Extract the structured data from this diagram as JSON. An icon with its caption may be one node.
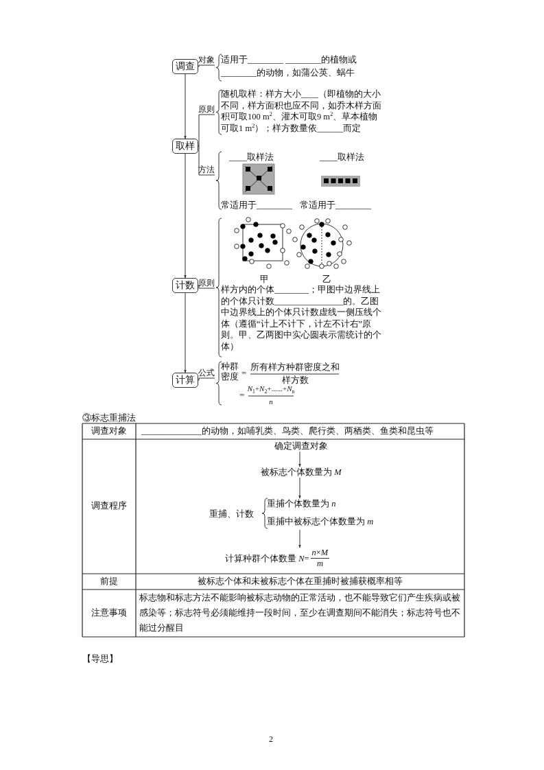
{
  "diagram": {
    "nodes": [
      {
        "text": [
          "调查"
        ]
      },
      {
        "text": [
          "对象"
        ]
      },
      {
        "text": [
          "取样"
        ]
      },
      {
        "text": [
          "原则"
        ]
      },
      {
        "text": [
          "方法"
        ]
      },
      {
        "text": [
          "计数"
        ]
      },
      {
        "text": [
          "原则"
        ]
      },
      {
        "text": [
          "计算"
        ]
      },
      {
        "text": [
          "公式"
        ]
      },
      {
        "text": [
          "确定调查对象"
        ]
      },
      {
        "text": [
          "被标志个体数量为 *M*"
        ]
      },
      {
        "text": [
          "重捕、计数",
          "重捕个体数量为 *n*",
          "重捕中被标志个体数量为 *m*"
        ]
      },
      {
        "text": [
          "计算种群个体数量 *N*=",
          "*n*×*M*",
          "*m*"
        ]
      }
    ],
    "edges": [
      {
        "from": 0,
        "to": 2,
        "arrow": "to"
      },
      {
        "from": 2,
        "to": 5,
        "arrow": "to"
      },
      {
        "from": 5,
        "to": 7,
        "arrow": "to"
      },
      {
        "from": 0,
        "to": 1,
        "arrow": "none"
      },
      {
        "from": 2,
        "to": 3,
        "arrow": "none"
      },
      {
        "from": 2,
        "to": 4,
        "arrow": "none"
      },
      {
        "from": 5,
        "to": 6,
        "arrow": "none"
      },
      {
        "from": 7,
        "to": 8,
        "arrow": "none"
      },
      {
        "from": 9,
        "to": 10,
        "arrow": "to"
      },
      {
        "from": 10,
        "to": 11,
        "arrow": "to"
      },
      {
        "from": 11,
        "to": 12,
        "arrow": "to"
      }
    ],
    "labels": [
      "适用于________ ________的植物或________的动物，如蒲公英、蜗牛",
      "随机取样：样方大小____（即植物的大小不同，样方面积也应不同，如乔木样方面积可取100 m$^{2}$、灌木可取9 m$^{2}$、草本植物可取1 m$^{2}$）；样方数量依______而定",
      "____取样法",
      "____取样法",
      "常适用于________",
      "常适用于________",
      "甲",
      "乙",
      "样方内的个体________；甲图中边界线上的个体只计数________________的。乙图中边界线上的个体只计数虚线一侧压线个体（遵循“计上不计下，计左不计右”原则。甲、乙两图中实心圆表示需统计的个体）",
      "种群密度",
      "=",
      "所有样方种群密度之和",
      "样方数",
      "=",
      "*N*$_{1}$+*N*$_{2}$+......+*N*$_{n}$",
      "*n*",
      "③标志重捕法",
      "调查对象",
      "______________的动物，如哺乳类、鸟类、爬行类、两栖类、鱼类和昆虫等",
      "调查程序",
      "前提",
      "被标志个体和未被标志个体在重捕时被捕获概率相等",
      "注意事项",
      "标志物和标志方法不能影响被标志动物的正常活动，也不能导致它们产生疾病或被感染等；标志符号必须能维持一段时间，至少在调查期间不能消失；标志符号也不能过分醒目",
      "【导思】",
      "2"
    ]
  }
}
